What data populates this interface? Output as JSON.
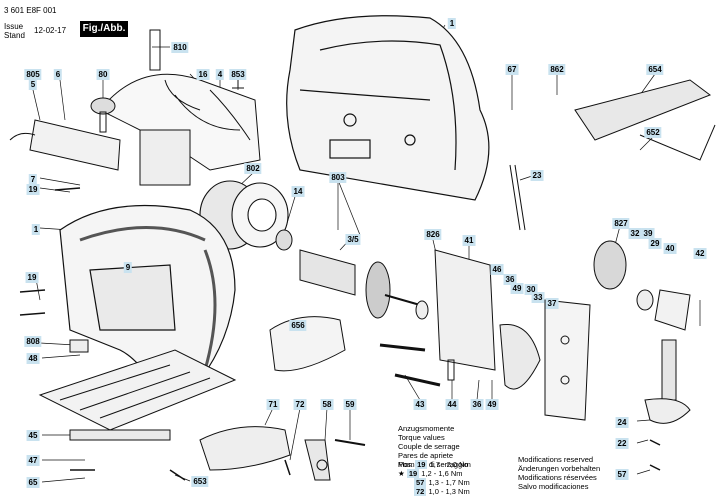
{
  "header": {
    "doc_number": "3 601 E8F 001",
    "issue_label": "Issue",
    "stand_label": "Stand",
    "date": "12-02-17",
    "figure": "Fig./Abb. 1"
  },
  "part_labels": [
    "1",
    "810",
    "16",
    "4",
    "853",
    "805",
    "5",
    "6",
    "80",
    "67",
    "862",
    "654",
    "802",
    "652",
    "7",
    "19",
    "14",
    "803",
    "23",
    "1",
    "3/5",
    "826",
    "41",
    "827",
    "32",
    "39",
    "29",
    "40",
    "9",
    "46",
    "36",
    "49",
    "30",
    "42",
    "19",
    "33",
    "37",
    "808",
    "656",
    "48",
    "43",
    "44",
    "36",
    "49",
    "24",
    "45",
    "71",
    "72",
    "58",
    "59",
    "22",
    "47",
    "653",
    "65",
    "57"
  ],
  "torque_table": {
    "lines": [
      "Anzugsmomente",
      "Torque values",
      "Couple de serrage",
      "Pares de apriete",
      "Momenti di serraggio"
    ],
    "rows": [
      {
        "prefix": "Pos.",
        "num": "19",
        "value": "1,7 - 2,0 Nm"
      },
      {
        "prefix": "★",
        "num": "19",
        "value": "1,2 - 1,6 Nm"
      },
      {
        "prefix": "",
        "num": "57",
        "value": "1,3 - 1,7 Nm"
      },
      {
        "prefix": "",
        "num": "72",
        "value": "1,0 - 1,3 Nm"
      }
    ]
  },
  "modifications": [
    "Modifications reserved",
    "Änderungen vorbehalten",
    "Modifications réservées",
    "Salvo modificaciones"
  ],
  "colors": {
    "label_bg": "#c9e2ef",
    "line": "#111111",
    "housing": "#555555"
  }
}
